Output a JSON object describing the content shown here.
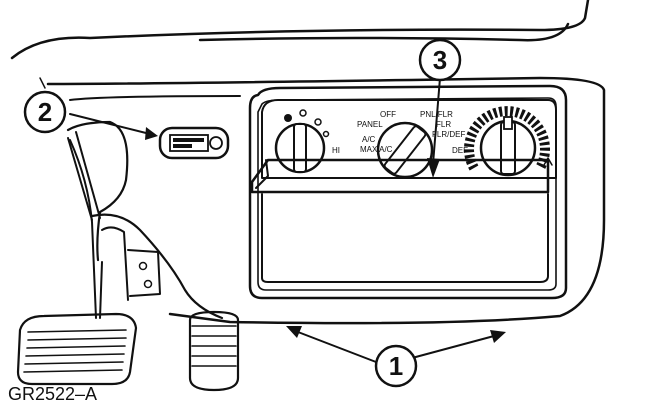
{
  "figure_id": "GR2522–A",
  "callouts": [
    {
      "number": "1",
      "target": "instrument-panel-bezel"
    },
    {
      "number": "2",
      "target": "switch"
    },
    {
      "number": "3",
      "target": "function-selector-knob"
    }
  ],
  "control_labels": {
    "blower_hi": "HI",
    "selector_off": "OFF",
    "selector_panel": "PANEL",
    "selector_pnl_flr": "PNL/FLR",
    "selector_flr": "FLR",
    "selector_flr_def": "FLR/DEF",
    "selector_ac": "A/C",
    "selector_max_ac": "MAX A/C",
    "selector_def": "DEF"
  },
  "colors": {
    "ink": "#111111",
    "paper": "#ffffff"
  }
}
